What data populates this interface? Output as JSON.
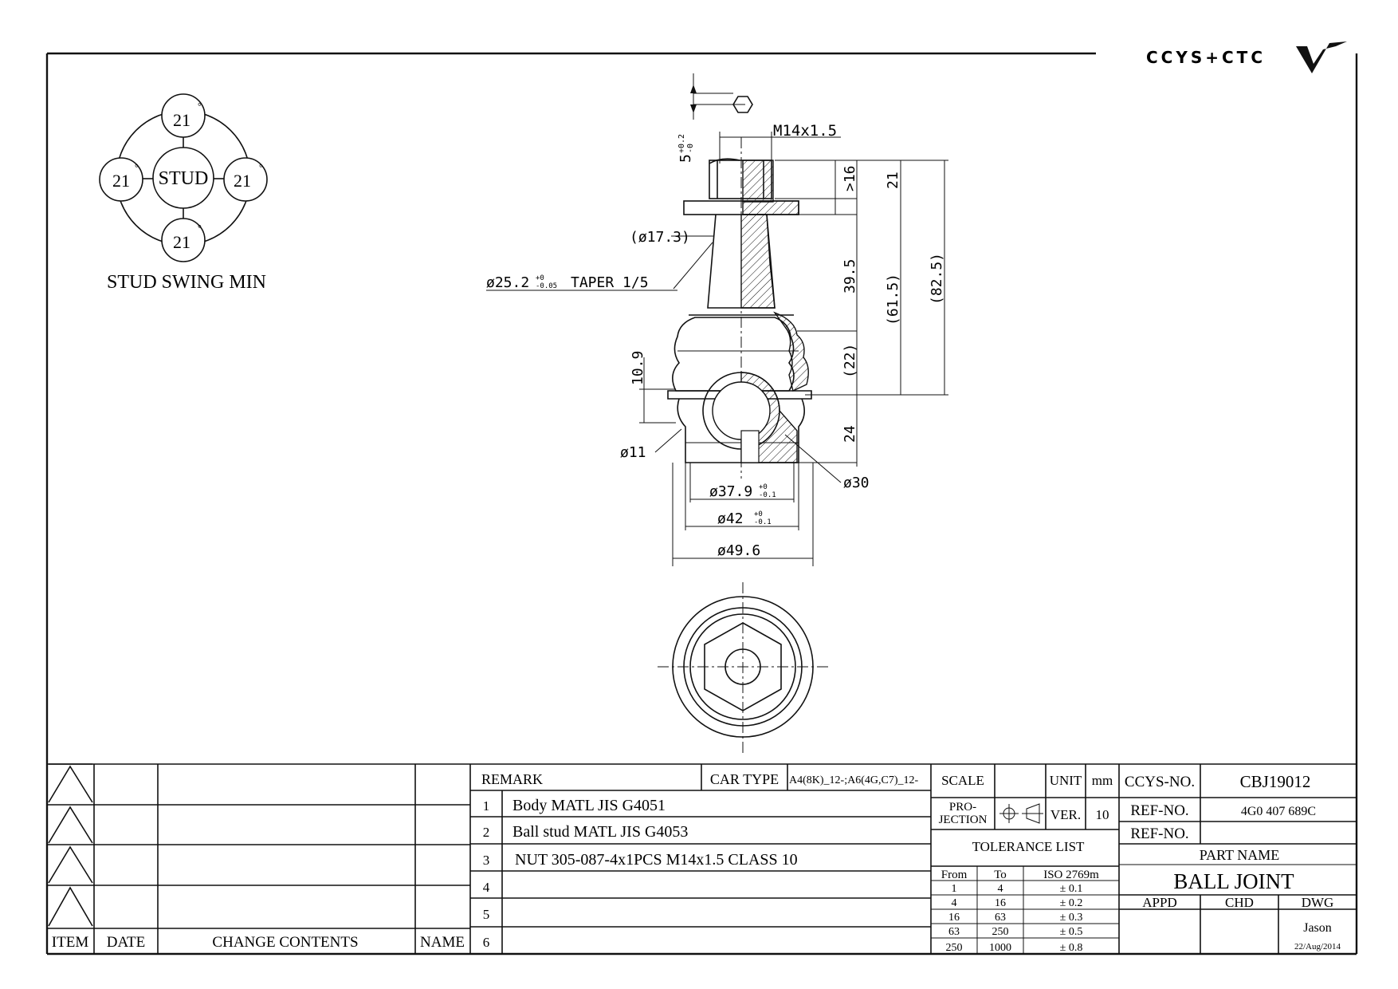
{
  "brand": {
    "logo_text": "CCYS+CTC"
  },
  "stud_swing": {
    "center_label": "STUD",
    "angles": [
      "21",
      "21",
      "21",
      "21"
    ],
    "degree_symbol": "°",
    "caption": "STUD SWING MIN"
  },
  "dimensions": {
    "thread": "M14x1.5",
    "nut_height": "5",
    "nut_tol_plus": "+0.2",
    "nut_tol_minus": "-0",
    "dia_17": "(ø17.3)",
    "taper": "ø25.2",
    "taper_tol_plus": "+0",
    "taper_tol_minus": "-0.05",
    "taper_ratio": "TAPER 1/5",
    "h_16": ">16",
    "h_21": "21",
    "h_39": "39.5",
    "h_22": "(22)",
    "h_61": "(61.5)",
    "h_82": "(82.5)",
    "h_24": "24",
    "h_10": "10.9",
    "dia_11": "ø11",
    "dia_30": "ø30",
    "dia_37": "ø37.9",
    "dia_37_tol_plus": "+0",
    "dia_37_tol_minus": "-0.1",
    "dia_42": "ø42",
    "dia_42_tol_plus": "+0",
    "dia_42_tol_minus": "-0.1",
    "dia_49": "ø49.6"
  },
  "revision_table": {
    "headers": {
      "item": "ITEM",
      "date": "DATE",
      "change": "CHANGE CONTENTS",
      "name": "NAME"
    }
  },
  "remarks": {
    "title": "REMARK",
    "car_type_label": "CAR TYPE",
    "car_type_value": "A4(8K)_12-;A6(4G,C7)_12-",
    "rows": [
      {
        "no": "1",
        "text": "Body MATL JIS G4051"
      },
      {
        "no": "2",
        "text": "Ball stud MATL JIS G4053"
      },
      {
        "no": "3",
        "text": "NUT 305-087-4x1PCS M14x1.5 CLASS 10"
      },
      {
        "no": "4",
        "text": ""
      },
      {
        "no": "5",
        "text": ""
      },
      {
        "no": "6",
        "text": ""
      }
    ]
  },
  "spec": {
    "scale_label": "SCALE",
    "scale_value": "",
    "unit_label": "UNIT",
    "unit_value": "mm",
    "projection_label_1": "PRO-",
    "projection_label_2": "JECTION",
    "ver_label": "VER.",
    "ver_value": "10",
    "tolerance_title": "TOLERANCE LIST",
    "tol_headers": {
      "from": "From",
      "to": "To",
      "iso": "ISO 2769m"
    },
    "tolerances": [
      {
        "from": "1",
        "to": "4",
        "tol": "± 0.1"
      },
      {
        "from": "4",
        "to": "16",
        "tol": "± 0.2"
      },
      {
        "from": "16",
        "to": "63",
        "tol": "± 0.3"
      },
      {
        "from": "63",
        "to": "250",
        "tol": "± 0.5"
      },
      {
        "from": "250",
        "to": "1000",
        "tol": "± 0.8"
      }
    ]
  },
  "title_block": {
    "ccys_label": "CCYS-NO.",
    "ccys_value": "CBJ19012",
    "ref1_label": "REF-NO.",
    "ref1_value": "4G0 407 689C",
    "ref2_label": "REF-NO.",
    "ref2_value": "",
    "part_name_label": "PART NAME",
    "part_name": "BALL JOINT",
    "appd_label": "APPD",
    "chd_label": "CHD",
    "dwg_label": "DWG",
    "dwg_name": "Jason",
    "dwg_date": "22/Aug/2014"
  }
}
